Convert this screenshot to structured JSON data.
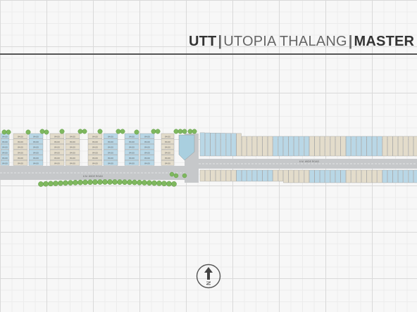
{
  "header": {
    "code": "UTT",
    "separator": "|",
    "project": "UTOPIA THALANG",
    "section": "MASTER P"
  },
  "plan": {
    "road_label_west": "6 M. WIDE ROAD",
    "road_label_east": "6 M. WIDE ROAD",
    "lot_area_label": "84.00",
    "colors": {
      "road": "#c6c8ca",
      "lot_blue": "#b9d7e6",
      "lot_beige": "#e3dccb",
      "tree": "#7fb85f",
      "tree_dark": "#5e9a45",
      "lot_stroke": "#8a8a8a"
    }
  },
  "compass": {
    "icon": "north-arrow-icon",
    "letter": "N"
  }
}
